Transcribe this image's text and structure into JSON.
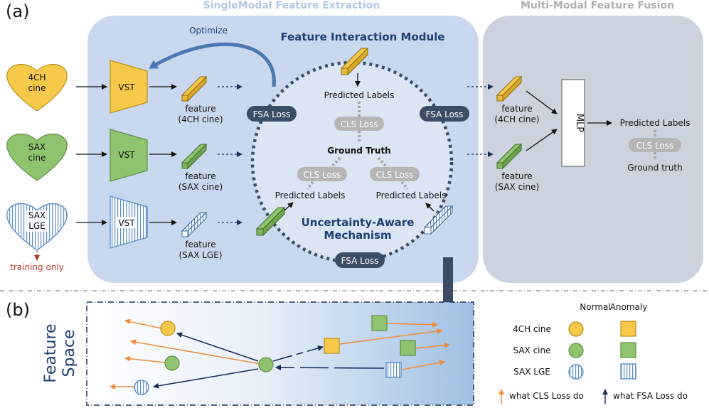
{
  "panel_a": {
    "label": "(a)",
    "single_title": "SingleModal Feature Extraction",
    "multi_title": "Multi-Modal Feature Fusion",
    "fim_title": "Feature Interaction Module",
    "uam_title_1": "Uncertainty-Aware",
    "uam_title_2": "Mechanism",
    "optimize": "Optimize",
    "inputs": [
      {
        "line1": "4CH",
        "line2": "cine"
      },
      {
        "line1": "SAX",
        "line2": "cine"
      },
      {
        "line1": "SAX",
        "line2": "LGE"
      }
    ],
    "training_only": "training only",
    "vst": "VST",
    "features": [
      {
        "line1": "feature",
        "line2": "(4CH cine)"
      },
      {
        "line1": "feature",
        "line2": "(SAX cine)"
      },
      {
        "line1": "feature",
        "line2": "(SAX LGE)"
      }
    ],
    "fsa_loss": "FSA Loss",
    "cls_loss": "CLS Loss",
    "predicted_labels": "Predicted Labels",
    "ground_truth_bold": "Ground Truth",
    "fusion_features": [
      {
        "line1": "feature",
        "line2": "(4CH cine)"
      },
      {
        "line1": "feature",
        "line2": "(SAX cine)"
      }
    ],
    "mlp": "MLP",
    "fusion_predicted": "Predicted Labels",
    "fusion_ground_truth": "Ground truth"
  },
  "panel_b": {
    "label": "(b)",
    "feature_space_1": "Feature",
    "feature_space_2": "Space",
    "legend": {
      "normal": "Normal",
      "anomaly": "Anomaly",
      "rows": [
        "4CH cine",
        "SAX cine",
        "SAX LGE"
      ],
      "cls_desc": "what CLS Loss do",
      "fsa_desc": "what FSA Loss do"
    }
  },
  "colors": {
    "yellow": "#f7c94a",
    "green": "#8fc46e",
    "lge_blue": "#5b8ec9",
    "orange": "#ef8b3a",
    "navy": "#1c2f5a",
    "fsa_pill": "#3d4c65",
    "cls_pill": "#b5b5b5",
    "left_bg": "#c9d8ef",
    "right_bg": "#cdd3de"
  }
}
